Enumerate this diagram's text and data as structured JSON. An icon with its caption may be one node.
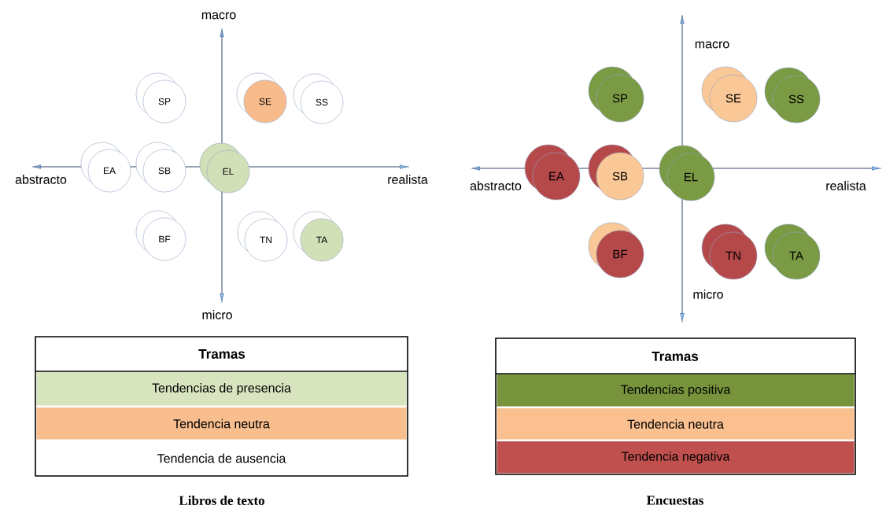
{
  "diagram": {
    "nodes": [
      {
        "text": [
          "SP"
        ]
      },
      {
        "text": [
          "SE"
        ]
      },
      {
        "text": [
          "SS"
        ]
      },
      {
        "text": [
          "EA"
        ]
      },
      {
        "text": [
          "SB"
        ]
      },
      {
        "text": [
          "EL"
        ]
      },
      {
        "text": [
          "BF"
        ]
      },
      {
        "text": [
          "TN"
        ]
      },
      {
        "text": [
          "TA"
        ]
      },
      {
        "text": [
          "SP"
        ]
      },
      {
        "text": [
          "SE"
        ]
      },
      {
        "text": [
          "SS"
        ]
      },
      {
        "text": [
          "EA"
        ]
      },
      {
        "text": [
          "SB"
        ]
      },
      {
        "text": [
          "EL"
        ]
      },
      {
        "text": [
          "BF"
        ]
      },
      {
        "text": [
          "TN"
        ]
      },
      {
        "text": [
          "TA"
        ]
      }
    ],
    "labels": [
      "macro",
      "abstracto",
      "realista",
      "micro",
      "macro",
      "abstracto",
      "realista",
      "micro",
      "Tramas",
      "Tramas",
      "Libros de texto",
      "Encuestas"
    ],
    "legend": [
      {
        "text": "Tendencias de presencia",
        "color": "#d7e4bd"
      },
      {
        "text": "Tendencia neutra",
        "color": "#f8be8e"
      },
      {
        "text": "Tendencia de ausencia",
        "color": "#ffffff"
      },
      {
        "text": "Tendencias positiva",
        "color": "#77933c"
      },
      {
        "text": "Tendencia neutra",
        "color": "#fac090"
      },
      {
        "text": "Tendencia negativa",
        "color": "#c0504d"
      }
    ]
  }
}
